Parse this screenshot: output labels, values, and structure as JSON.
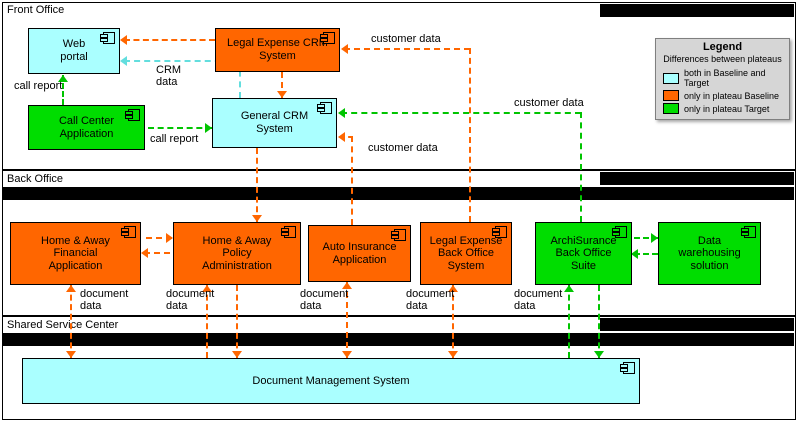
{
  "lanes": [
    {
      "label": "Front Office"
    },
    {
      "label": "Back Office"
    },
    {
      "label": "Shared Service Center"
    }
  ],
  "legend": {
    "title": "Legend",
    "subtitle": "Differences between plateaus",
    "items": [
      {
        "label": "both in Baseline and Target",
        "color": "#aaffff"
      },
      {
        "label": "only in plateau Baseline",
        "color": "#ff6600"
      },
      {
        "label": "only in plateau Target",
        "color": "#00dd00"
      }
    ]
  },
  "components": {
    "web_portal": {
      "label": "Web\nportal",
      "status": "both"
    },
    "legal_expense_crm": {
      "label": "Legal Expense CRM\nSystem",
      "status": "baseline"
    },
    "call_center": {
      "label": "Call Center\nApplication",
      "status": "target"
    },
    "general_crm": {
      "label": "General CRM\nSystem",
      "status": "both"
    },
    "haw_financial": {
      "label": "Home & Away\nFinancial\nApplication",
      "status": "baseline"
    },
    "haw_policy": {
      "label": "Home & Away\nPolicy\nAdministration",
      "status": "baseline"
    },
    "auto_insurance": {
      "label": "Auto Insurance\nApplication",
      "status": "baseline"
    },
    "le_backoffice": {
      "label": "Legal Expense\nBack Office\nSystem",
      "status": "baseline"
    },
    "archisurance_suite": {
      "label": "ArchiSurance\nBack Office\nSuite",
      "status": "target"
    },
    "data_warehouse": {
      "label": "Data\nwarehousing\nsolution",
      "status": "target"
    },
    "dms": {
      "label": "Document Management System",
      "status": "both"
    }
  },
  "flows": {
    "customer_data_top": "customer data",
    "customer_data_auto": "customer data",
    "customer_data_suite": "customer data",
    "crm_data": "CRM\ndata",
    "call_report_web": "call report",
    "call_report_crm": "call report",
    "document_data": [
      "document\ndata",
      "document\ndata",
      "document\ndata",
      "document\ndata",
      "document\ndata"
    ]
  },
  "colors": {
    "cyan": "#aaffff",
    "orange": "#ff6600",
    "green": "#00dd00",
    "orange_line": "#ff6600",
    "green_line": "#00c400",
    "cyan_line": "#63dede",
    "legend_bg": "#d6d6d6",
    "bar": "#000000"
  }
}
